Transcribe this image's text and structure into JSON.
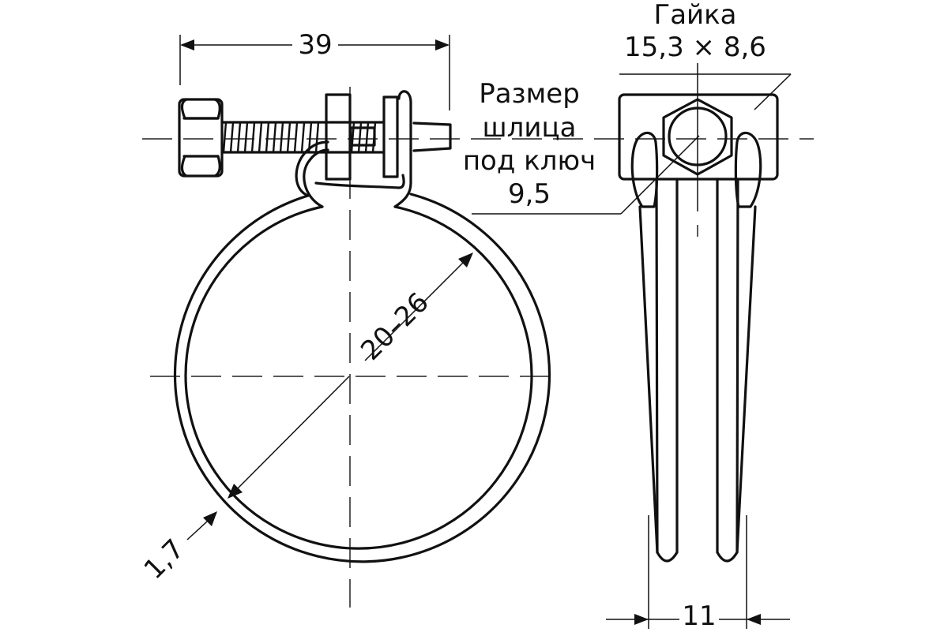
{
  "drawing": {
    "title": "Wire hose clamp technical drawing",
    "views": [
      "front-view",
      "side-view"
    ],
    "dimensions": {
      "screw_length": "39",
      "diameter_range": "20–26",
      "wire_thickness": "1,7",
      "width": "11",
      "nut_label": "Гайка",
      "nut_size": "15,3 × 8,6",
      "slot_label_line1": "Размер",
      "slot_label_line2": "шлица",
      "slot_label_line3": "под ключ",
      "slot_size": "9,5"
    },
    "colors": {
      "line": "#111111",
      "background": "#ffffff"
    }
  }
}
